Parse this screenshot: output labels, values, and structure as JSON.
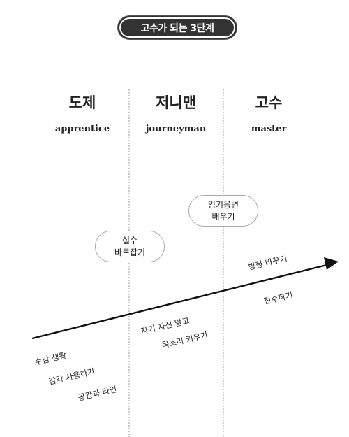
{
  "title": "고수가 되는 3단계",
  "stages": [
    {
      "ko": "도제",
      "en": "apprentice"
    },
    {
      "ko": "저니맨",
      "en": "journeyman"
    },
    {
      "ko": "고수",
      "en": "master"
    }
  ],
  "bubbles": {
    "apprentice": [
      "실수",
      "바로잡기"
    ],
    "journeyman": [
      "임기응변",
      "배우기"
    ]
  },
  "below_arrow": {
    "apprentice": [
      "수감 생활",
      "감각 사용하기",
      "공간과 타인"
    ],
    "journeyman": [
      "자기 자신 말고",
      "목소리 키우기"
    ],
    "master": [
      "전수하기"
    ]
  },
  "above_arrow": {
    "master": [
      "방향 바꾸기"
    ]
  }
}
